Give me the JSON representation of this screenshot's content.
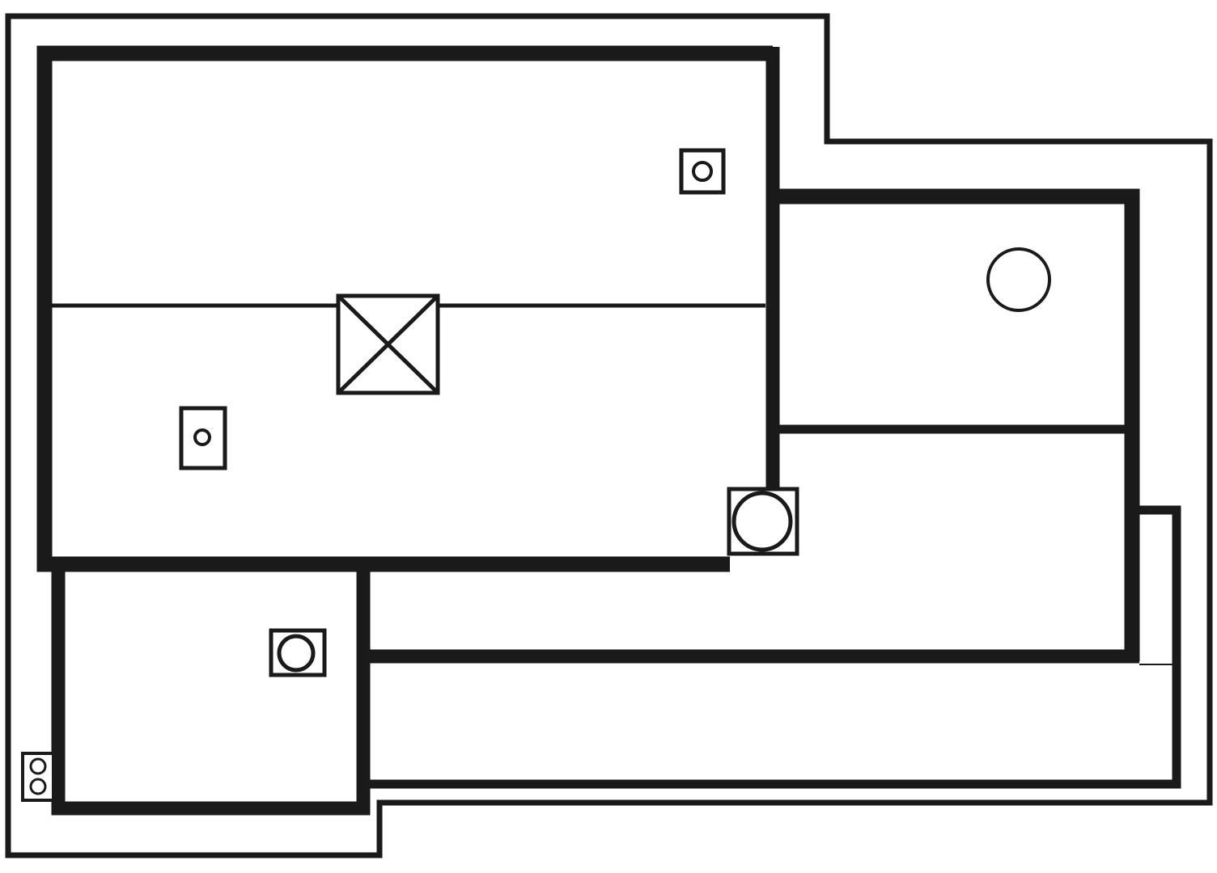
{
  "diagram": {
    "type": "roof-plan",
    "colors": {
      "stroke": "#1a1a1a",
      "fill": "#ffffff"
    },
    "elements": [
      {
        "name": "outer-boundary",
        "kind": "outline"
      },
      {
        "name": "main-roof-section",
        "kind": "roof-section"
      },
      {
        "name": "ridge-line",
        "kind": "ridge"
      },
      {
        "name": "right-upper-roof-section",
        "kind": "roof-section"
      },
      {
        "name": "right-lower-roof-section",
        "kind": "roof-section"
      },
      {
        "name": "lower-left-roof-section",
        "kind": "roof-section"
      },
      {
        "name": "bottom-strip-section",
        "kind": "roof-section"
      },
      {
        "name": "roof-hatch",
        "kind": "hatch-x"
      },
      {
        "name": "vent-upper-right",
        "kind": "vent-square"
      },
      {
        "name": "vent-left",
        "kind": "vent-square"
      },
      {
        "name": "vent-lower-left",
        "kind": "vent-square"
      },
      {
        "name": "circular-vent-right",
        "kind": "circle"
      },
      {
        "name": "corner-drain",
        "kind": "drain"
      },
      {
        "name": "double-outlet-vent",
        "kind": "double-vent"
      }
    ]
  }
}
